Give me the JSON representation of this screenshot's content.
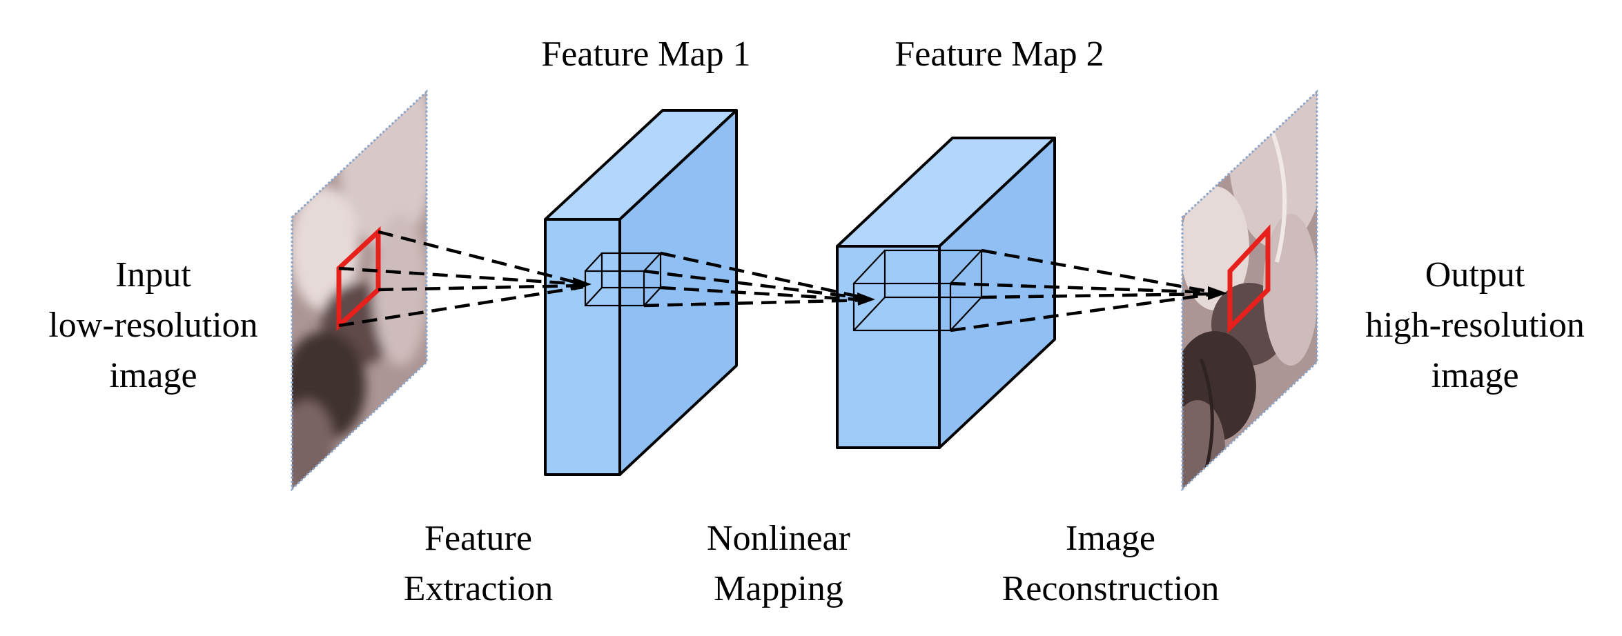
{
  "labels": {
    "feature_map_1": "Feature Map 1",
    "feature_map_2": "Feature Map 2",
    "input": [
      "Input",
      "low-resolution",
      "image"
    ],
    "output": [
      "Output",
      "high-resolution",
      "image"
    ],
    "feature_extraction": [
      "Feature",
      "Extraction"
    ],
    "nonlinear_mapping": [
      "Nonlinear",
      "Mapping"
    ],
    "image_reconstruction": [
      "Image",
      "Reconstruction"
    ]
  },
  "colors": {
    "block_front": "#9fcbf9",
    "block_side": "#8fbff3",
    "block_top": "#b3d7fc",
    "patch_outline": "#e8201c",
    "stroke": "#000000",
    "photo_base": "#ac9695"
  }
}
